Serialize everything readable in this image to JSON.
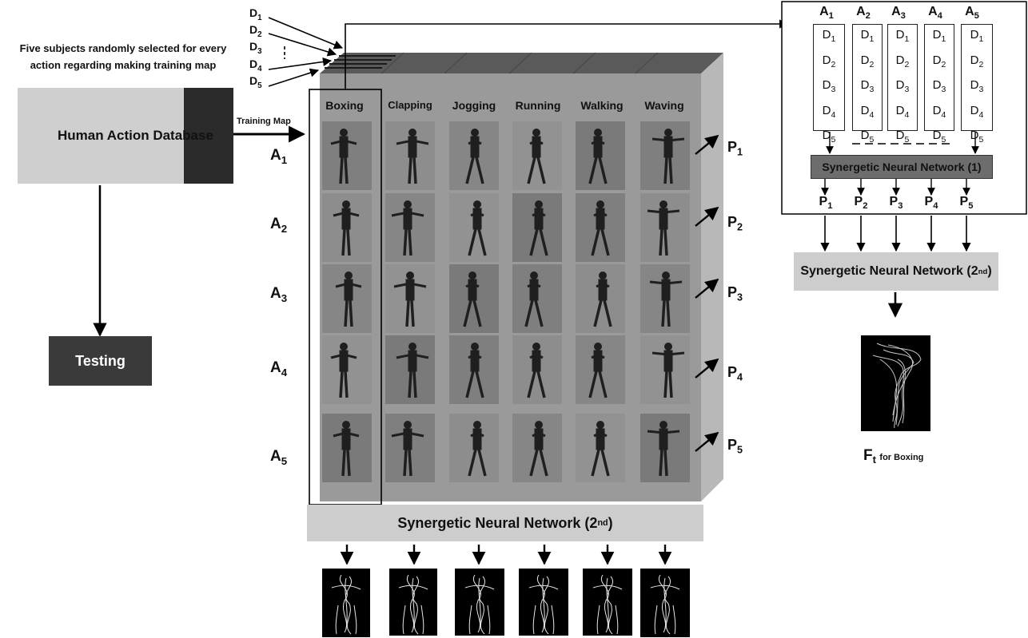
{
  "note": {
    "line1": "Five subjects randomly selected for every",
    "line2": "action regarding making training map"
  },
  "database": {
    "label": "Human Action Database"
  },
  "training_map_label": "Training Map",
  "testing_label": "Testing",
  "d_inputs": [
    "D",
    "D",
    "D",
    "D",
    "D"
  ],
  "d_subs": [
    "1",
    "2",
    "3",
    "4",
    "5"
  ],
  "row_labels": {
    "letter": "A",
    "subs": [
      "1",
      "2",
      "3",
      "4",
      "5"
    ]
  },
  "actions": [
    "Boxing",
    "Clapping",
    "Jogging",
    "Running",
    "Walking",
    "Waving"
  ],
  "p_labels": {
    "letter": "P",
    "subs": [
      "1",
      "2",
      "3",
      "4",
      "5"
    ]
  },
  "snn_bottom": {
    "text": "Synergetic Neural Network (2",
    "sup": "nd",
    "close": ")"
  },
  "inset": {
    "a_letter": "A",
    "a_subs": [
      "1",
      "2",
      "3",
      "4",
      "5"
    ],
    "d_letter": "D",
    "d_subs": [
      "1",
      "2",
      "3",
      "4",
      "5"
    ],
    "snn1": "Synergetic Neural Network (1)",
    "p_letter": "P",
    "p_subs": [
      "1",
      "2",
      "3",
      "4",
      "5"
    ]
  },
  "snn_right": {
    "text": "Synergetic Neural Network (2",
    "sup": "nd",
    "close": ")"
  },
  "ft_caption": {
    "main": "F",
    "sub": "t",
    "rest": "for Boxing"
  },
  "colors": {
    "cube_face": "#9a9a9a",
    "cube_top": "#5a5a5a",
    "cube_side": "#b8b8b8",
    "panel_gray": "#cdcdcd"
  }
}
